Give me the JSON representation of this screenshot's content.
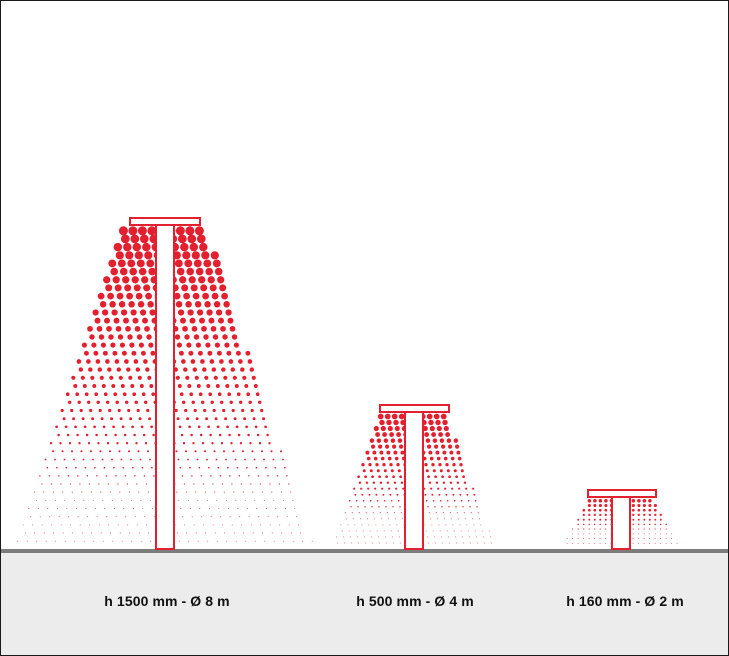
{
  "lamps": [
    {
      "id": "tall",
      "caption": "h 1500 mm - Ø 8 m"
    },
    {
      "id": "medium",
      "caption": "h 500 mm - Ø 4 m"
    },
    {
      "id": "short",
      "caption": "h 160 mm - Ø 2 m"
    }
  ],
  "colors": {
    "accent": "#e3202f",
    "ground": "#ececec",
    "ground_line": "#7c7c7c"
  }
}
